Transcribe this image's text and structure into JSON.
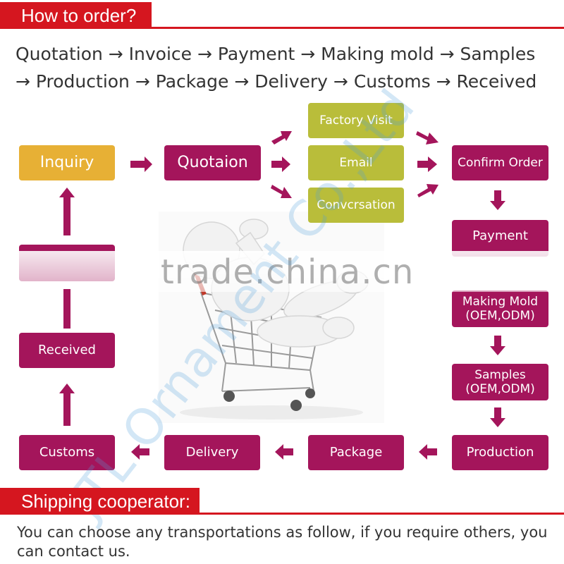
{
  "header": {
    "title": "How to order?"
  },
  "steps": {
    "line1": "Quotation → Invoice → Payment → Making mold → Samples",
    "line2": "→ Production → Package → Delivery → Customs → Received"
  },
  "flow": {
    "inquiry": "Inquiry",
    "quotation": "Quotaion",
    "factory_visit": "Factory Visit",
    "email": "Email",
    "conversation": "Convcrsation",
    "confirm_order": "Confirm Order",
    "payment": "Payment",
    "making_mold": "Making Mold\n(OEM,ODM)",
    "samples": "Samples\n(OEM,ODM)",
    "production": "Production",
    "package": "Package",
    "delivery": "Delivery",
    "customs": "Customs",
    "received": "Received"
  },
  "watermark": {
    "text": "trade.china.cn",
    "company": "JTL Ornament Co.,Ltd"
  },
  "shipping": {
    "title": "Shipping cooperator:",
    "text": "You can choose any transportations as follow, if you require others, you can contact us."
  },
  "colors": {
    "red": "#d5161f",
    "magenta": "#a4155b",
    "yellow": "#e7b035",
    "green": "#b9bd3a"
  }
}
